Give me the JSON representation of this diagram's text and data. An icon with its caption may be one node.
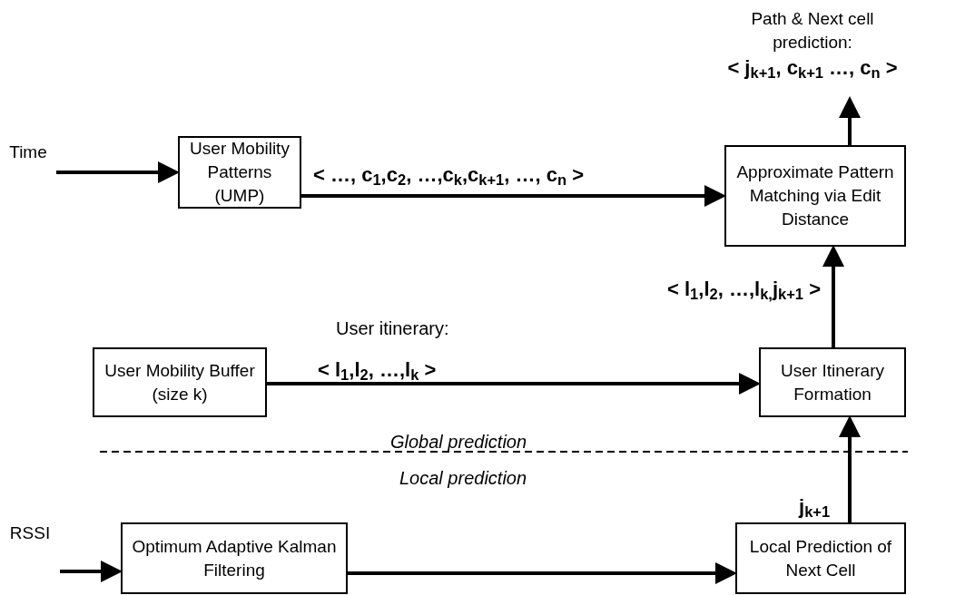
{
  "diagram": {
    "nodes": [
      {
        "text": [
          "Time"
        ]
      },
      {
        "text": [
          "User Mobility Patterns (UMP)"
        ]
      },
      {
        "text": [
          "Approximate Pattern Matching via Edit Distance"
        ]
      },
      {
        "text": [
          "Path & Next cell prediction:",
          "< j$_{k+1}$, c$_{k+1}$ …, c$_{n}$ >"
        ]
      },
      {
        "text": [
          "User Mobility Buffer (size k)"
        ]
      },
      {
        "text": [
          "User Itinerary Formation"
        ]
      },
      {
        "text": [
          "RSSI"
        ]
      },
      {
        "text": [
          "Optimum Adaptive Kalman Filtering"
        ]
      },
      {
        "text": [
          "Local Prediction of Next Cell"
        ]
      }
    ],
    "edges": [
      {
        "from": 0,
        "to": 1,
        "arrow": "to"
      },
      {
        "from": 1,
        "to": 2,
        "arrow": "to",
        "label": "< …, c$_{1}$,c$_{2}$, …,c$_{k}$,c$_{k+1}$, …, c$_{n}$ >"
      },
      {
        "from": 2,
        "to": 3,
        "arrow": "to"
      },
      {
        "from": 4,
        "to": 5,
        "arrow": "to",
        "label": "< l$_{1}$,l$_{2}$, …,l$_{k}$ >"
      },
      {
        "from": 5,
        "to": 2,
        "arrow": "to",
        "label": "< l$_{1}$,l$_{2}$, …,l$_{k,}$j$_{k+1}$ >"
      },
      {
        "from": 6,
        "to": 7,
        "arrow": "to"
      },
      {
        "from": 7,
        "to": 8,
        "arrow": "to"
      },
      {
        "from": 8,
        "to": 5,
        "arrow": "to",
        "label": "j$_{k+1}$"
      }
    ],
    "labels": [
      "User itinerary:",
      "Global prediction",
      "Local prediction"
    ]
  }
}
